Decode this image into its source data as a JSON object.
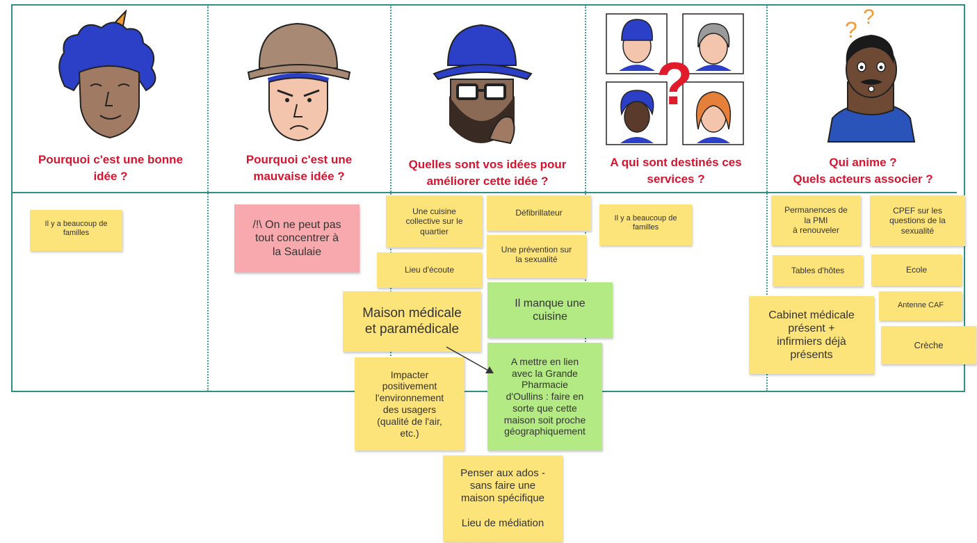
{
  "columns": [
    {
      "title": "Pourquoi c'est une bonne\nidée ?"
    },
    {
      "title": "Pourquoi c'est une\nmauvaise idée ?"
    },
    {
      "title": "Quelles sont vos idées pour\naméliorer cette idée ?"
    },
    {
      "title": "A qui sont destinés ces\nservices ?"
    },
    {
      "title": "Qui anime ?\nQuels acteurs associer ?"
    }
  ],
  "colors": {
    "accent": "#d5152f",
    "frame": "#2f8f86",
    "sticky_yellow": "#fce37a",
    "sticky_green": "#b4ea83",
    "sticky_pink": "#f8a9ad"
  },
  "notes": {
    "c1_families": "Il y a beaucoup de\nfamilles",
    "c2_saulaie": "/!\\ On ne peut pas\ntout concentrer à\nla Saulaie",
    "c3_cuisine_collective": "Une cuisine\ncollective sur le\nquartier",
    "c3_defibrillateur": "Défibrillateur",
    "c3_prevention": "Une prévention sur\nla sexualité",
    "c3_ecoute": "Lieu d'écoute",
    "c3_maison_medicale": "Maison médicale\net paramédicale",
    "c3_manque_cuisine": "Il manque une\ncuisine",
    "c3_impacter": "Impacter\npositivement\nl'environnement\ndes usagers\n(qualité de l'air,\netc.)",
    "c3_pharmacie": "A mettre en lien\navec la Grande\nPharmacie\nd'Oullins : faire en\nsorte que cette\nmaison soit proche\ngéographiquement",
    "c3_ados": "Penser aux ados -\nsans faire une\nmaison spécifique\n\nLieu de médiation",
    "c4_families": "Il y a beaucoup de\nfamilles",
    "c5_pmi": "Permanences de\nla PMI\nà renouveler",
    "c5_cpef": "CPEF sur les\nquestions de la\nsexualité",
    "c5_tables": "Tables d'hôtes",
    "c5_ecole": "Ecole",
    "c5_caf": "Antenne CAF",
    "c5_cabinet": "Cabinet médicale\nprésent +\ninfirmiers déjà\nprésents",
    "c5_creche": "Crèche"
  },
  "illustrations": {
    "party": "party-hat-person-icon",
    "grumpy": "grumpy-person-icon",
    "thinking": "thinking-person-icon",
    "audience": "audience-question-icon",
    "confused": "confused-person-icon"
  }
}
